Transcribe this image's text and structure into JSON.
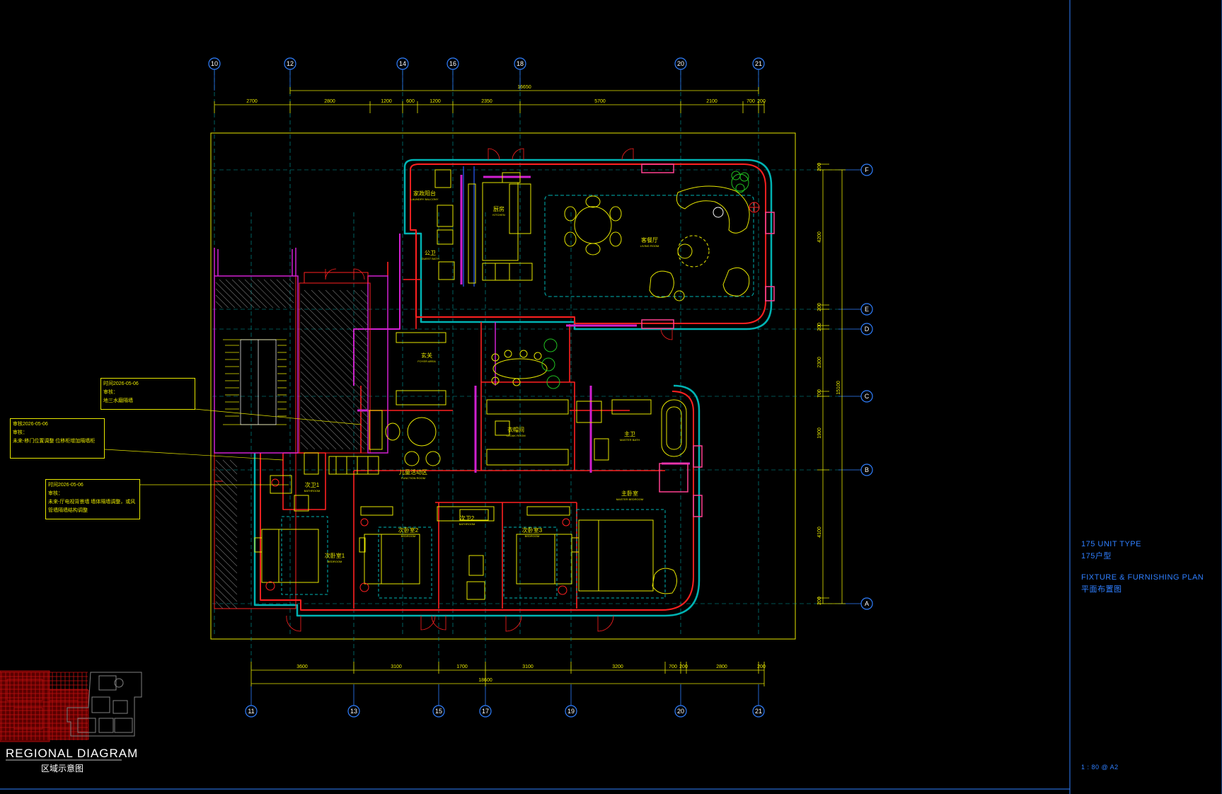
{
  "top_axes": [
    "10",
    "12",
    "14",
    "16",
    "18",
    "20",
    "21"
  ],
  "bottom_axes": [
    "11",
    "13",
    "15",
    "17",
    "19",
    "20",
    "21"
  ],
  "right_axes": [
    "F",
    "E",
    "D",
    "C",
    "B",
    "A"
  ],
  "top_dims": [
    "2700",
    "2800",
    "1200",
    "600",
    "1200",
    "2350",
    "5700",
    "2100",
    "700",
    "200"
  ],
  "top_overall": "16650",
  "bottom_dims": [
    "3600",
    "3100",
    "1700",
    "3100",
    "3200",
    "700",
    "200",
    "2800",
    "200"
  ],
  "bottom_overall": "18600",
  "right_dims": [
    "200",
    "4200",
    "200",
    "200",
    "2300",
    "700",
    "1900",
    "4100",
    "200"
  ],
  "right_overall": "15100",
  "rooms": [
    {
      "key": "kitchen-balcony",
      "label": "家政阳台",
      "sub": "LAUNDRY BALCONY"
    },
    {
      "key": "kitchen",
      "label": "厨房",
      "sub": "KITCHEN"
    },
    {
      "key": "living",
      "label": "客餐厅",
      "sub": "LIVING ROOM"
    },
    {
      "key": "guest-wc",
      "label": "公卫",
      "sub": "GUEST BATH"
    },
    {
      "key": "foyer",
      "label": "玄关",
      "sub": "FOYER AREA"
    },
    {
      "key": "cloak",
      "label": "衣帽间",
      "sub": "CLOAK ROOM"
    },
    {
      "key": "master-bath",
      "label": "主卫",
      "sub": "MASTER BATH"
    },
    {
      "key": "family",
      "label": "儿童活动区",
      "sub": "FUNCTION ROOM"
    },
    {
      "key": "bath1",
      "label": "次卫1",
      "sub": "BATHROOM"
    },
    {
      "key": "bath2",
      "label": "次卫2",
      "sub": "BATHROOM"
    },
    {
      "key": "bed1",
      "label": "次卧室1",
      "sub": "BEDROOM"
    },
    {
      "key": "bed2",
      "label": "次卧室2",
      "sub": "BEDROOM"
    },
    {
      "key": "bed3",
      "label": "次卧室3",
      "sub": "BEDROOM"
    },
    {
      "key": "master",
      "label": "主卧室",
      "sub": "MASTER BEDROOM"
    }
  ],
  "notes": [
    {
      "date": "时间2026-05-06",
      "l2": "审核：",
      "l3": "地三水磨隔墙"
    },
    {
      "date": "审核2026-05-06",
      "l2": "审核：",
      "l3": "未来-移门位置调整 位移柜增加隔墙柜"
    },
    {
      "date": "时间2026-05-06",
      "l2": "审核：",
      "l3": "未来-厅电视背景墙 墙体隔墙调整，或风管墙隔墙结构调整"
    }
  ],
  "title_block": {
    "unit_type_en": "175 UNIT TYPE",
    "unit_type_cn": "175户型",
    "plan_en": "FIXTURE & FURNISHING PLAN",
    "plan_cn": "平面布置图",
    "scale": "1 : 80 @ A2"
  },
  "regional": {
    "title": "REGIONAL DIAGRAM",
    "subtitle": "区域示意图"
  },
  "colors": {
    "axis": "#2f7fff",
    "wall": "#ff2020",
    "furniture": "#e6e600",
    "grid": "#00b3b3",
    "dim": "#e6e600",
    "magenta": "#d020d0",
    "green": "#20c020",
    "white": "#ffffff"
  }
}
